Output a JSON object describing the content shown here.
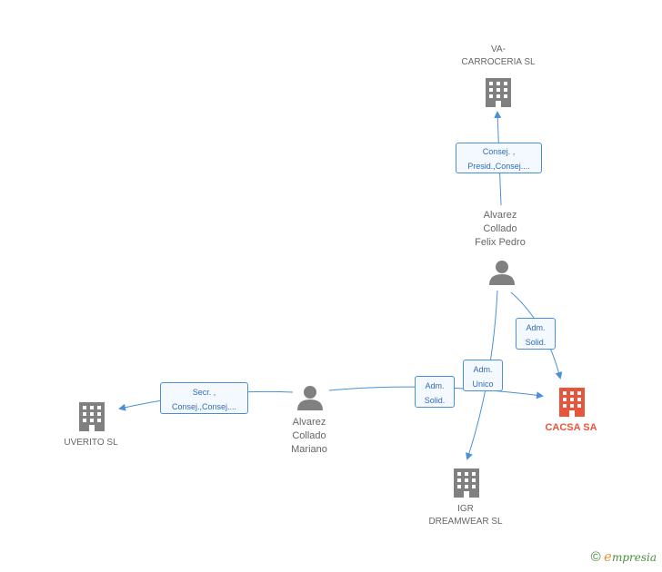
{
  "nodes": {
    "va_carroceria": {
      "label": "VA-\nCARROCERIA SL",
      "type": "company"
    },
    "alvarez_felix": {
      "label": "Alvarez\nCollado\nFelix Pedro",
      "type": "person"
    },
    "alvarez_mariano": {
      "label": "Alvarez\nCollado\nMariano",
      "type": "person"
    },
    "cacsa": {
      "label": "CACSA SA",
      "type": "company",
      "color": "#e8553a"
    },
    "uverito": {
      "label": "UVERITO SL",
      "type": "company"
    },
    "igr": {
      "label": "IGR\nDREAMWEAR SL",
      "type": "company"
    }
  },
  "edges": {
    "felix_va": {
      "line1": "Consej. ,",
      "line2": "Presid.,Consej...."
    },
    "felix_cacsa": {
      "line1": "Adm.",
      "line2": "Solid."
    },
    "felix_igr": {
      "line1": "Adm.",
      "line2": "Unico"
    },
    "mariano_cacsa": {
      "line1": "Adm.",
      "line2": "Solid."
    },
    "mariano_uverito": {
      "line1": "Secr. ,",
      "line2": "Consej.,Consej...."
    }
  },
  "brand": {
    "copyright": "©",
    "e": "e",
    "rest": "mpresia"
  },
  "colors": {
    "edge": "#4a90d9",
    "company": "#808080",
    "person": "#808080",
    "main": "#e8553a"
  }
}
